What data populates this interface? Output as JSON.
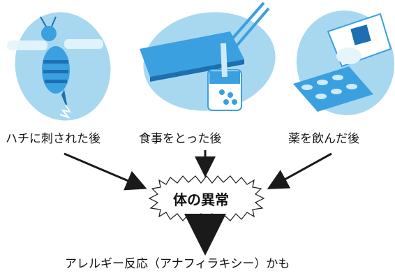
{
  "causes": [
    {
      "label": "ハチに刺された後",
      "icon": "bee-icon"
    },
    {
      "label": "食事をとった後",
      "icon": "meal-icon"
    },
    {
      "label": "薬を飲んだ後",
      "icon": "medicine-icon"
    }
  ],
  "center": {
    "label": "体の異常"
  },
  "conclusion": {
    "label": "アレルギー反応（アナフィラキシー）かも"
  },
  "colors": {
    "blob": "#a8d8f0",
    "blob_light": "#cfeaf8",
    "object_blue": "#3aa0e0",
    "object_dark": "#1c6fb0",
    "arrow": "#1a1a1a"
  }
}
